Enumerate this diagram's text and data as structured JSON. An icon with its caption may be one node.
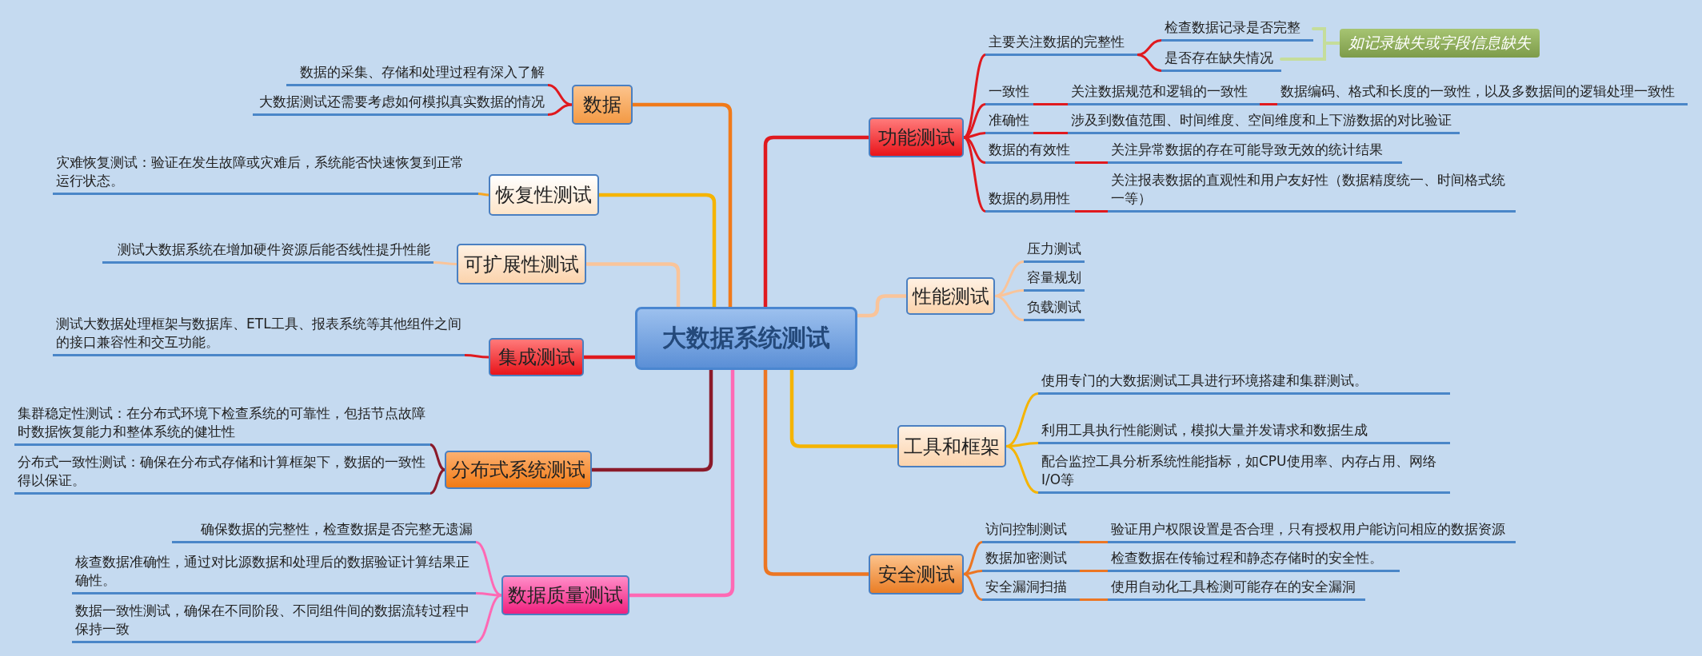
{
  "diagram": {
    "nodes": [
      {
        "text": [
          "大数据系统测试"
        ]
      },
      {
        "text": [
          "功能测试"
        ]
      },
      {
        "text": [
          "主要关注数据的完整性"
        ]
      },
      {
        "text": [
          "检查数据记录是否完整"
        ]
      },
      {
        "text": [
          "是否存在缺失情况"
        ]
      },
      {
        "text": [
          "如记录缺失或字段信息缺失"
        ]
      },
      {
        "text": [
          "一致性"
        ]
      },
      {
        "text": [
          "关注数据规范和逻辑的一致性"
        ]
      },
      {
        "text": [
          "数据编码、格式和长度的一致性，以及多数据间的逻辑处理一致性"
        ]
      },
      {
        "text": [
          "准确性"
        ]
      },
      {
        "text": [
          "涉及到数值范围、时间维度、空间维度和上下游数据的对比验证"
        ]
      },
      {
        "text": [
          "数据的有效性"
        ]
      },
      {
        "text": [
          "关注异常数据的存在可能导致无效的统计结果"
        ]
      },
      {
        "text": [
          "数据的易用性"
        ]
      },
      {
        "text": [
          "关注报表数据的直观性和用户友好性（数据精度统一、时间格式统一等）"
        ]
      },
      {
        "text": [
          "性能测试"
        ]
      },
      {
        "text": [
          "压力测试"
        ]
      },
      {
        "text": [
          "容量规划"
        ]
      },
      {
        "text": [
          "负载测试"
        ]
      },
      {
        "text": [
          "工具和框架"
        ]
      },
      {
        "text": [
          "使用专门的大数据测试工具进行环境搭建和集群测试。"
        ]
      },
      {
        "text": [
          "利用工具执行性能测试，模拟大量并发请求和数据生成"
        ]
      },
      {
        "text": [
          "配合监控工具分析系统性能指标，如CPU使用率、内存占用、网络I/O等"
        ]
      },
      {
        "text": [
          "安全测试"
        ]
      },
      {
        "text": [
          "访问控制测试"
        ]
      },
      {
        "text": [
          "验证用户权限设置是否合理，只有授权用户能访问相应的数据资源"
        ]
      },
      {
        "text": [
          "数据加密测试"
        ]
      },
      {
        "text": [
          "检查数据在传输过程和静态存储时的安全性。"
        ]
      },
      {
        "text": [
          "安全漏洞扫描"
        ]
      },
      {
        "text": [
          "使用自动化工具检测可能存在的安全漏洞"
        ]
      },
      {
        "text": [
          "数据"
        ]
      },
      {
        "text": [
          "数据的采集、存储和处理过程有深入了解"
        ]
      },
      {
        "text": [
          "大数据测试还需要考虑如何模拟真实数据的情况"
        ]
      },
      {
        "text": [
          "恢复性测试"
        ]
      },
      {
        "text": [
          "灾难恢复测试：验证在发生故障或灾难后，系统能否快速恢复到正常运行状态。"
        ]
      },
      {
        "text": [
          "可扩展性测试"
        ]
      },
      {
        "text": [
          "测试大数据系统在增加硬件资源后能否线性提升性能"
        ]
      },
      {
        "text": [
          "集成测试"
        ]
      },
      {
        "text": [
          "测试大数据处理框架与数据库、ETL工具、报表系统等其他组件之间的接口兼容性和交互功能。"
        ]
      },
      {
        "text": [
          "分布式系统测试"
        ]
      },
      {
        "text": [
          "集群稳定性测试：在分布式环境下检查系统的可靠性，包括节点故障时数据恢复能力和整体系统的健壮性"
        ]
      },
      {
        "text": [
          "分布式一致性测试：确保在分布式存储和计算框架下，数据的一致性得以保证。"
        ]
      },
      {
        "text": [
          "数据质量测试"
        ]
      },
      {
        "text": [
          "确保数据的完整性，检查数据是否完整无遗漏"
        ]
      },
      {
        "text": [
          "核查数据准确性，通过对比源数据和处理后的数据验证计算结果正确性。"
        ]
      },
      {
        "text": [
          "数据一致性测试，确保在不同阶段、不同组件间的数据流转过程中保持一致"
        ]
      }
    ],
    "edges": [
      {
        "from": 0,
        "to": 1,
        "arrow": "none",
        "color": "#e0191e"
      },
      {
        "from": 1,
        "to": 2,
        "arrow": "none",
        "color": "#e0191e"
      },
      {
        "from": 2,
        "to": 3,
        "arrow": "none",
        "color": "#e0191e"
      },
      {
        "from": 2,
        "to": 4,
        "arrow": "none",
        "color": "#e0191e"
      },
      {
        "from": 3,
        "to": 5,
        "arrow": "none",
        "color": "#c5dd9b"
      },
      {
        "from": 4,
        "to": 5,
        "arrow": "none",
        "color": "#c5dd9b"
      },
      {
        "from": 1,
        "to": 6,
        "arrow": "none",
        "color": "#e0191e"
      },
      {
        "from": 6,
        "to": 7,
        "arrow": "none",
        "color": "#e0191e"
      },
      {
        "from": 7,
        "to": 8,
        "arrow": "none",
        "color": "#e0191e"
      },
      {
        "from": 1,
        "to": 9,
        "arrow": "none",
        "color": "#e0191e"
      },
      {
        "from": 9,
        "to": 10,
        "arrow": "none",
        "color": "#e0191e"
      },
      {
        "from": 1,
        "to": 11,
        "arrow": "none",
        "color": "#e0191e"
      },
      {
        "from": 11,
        "to": 12,
        "arrow": "none",
        "color": "#e0191e"
      },
      {
        "from": 1,
        "to": 13,
        "arrow": "none",
        "color": "#e0191e"
      },
      {
        "from": 13,
        "to": 14,
        "arrow": "none",
        "color": "#e0191e"
      },
      {
        "from": 0,
        "to": 15,
        "arrow": "none",
        "color": "#f9c49a"
      },
      {
        "from": 15,
        "to": 16,
        "arrow": "none",
        "color": "#f9c49a"
      },
      {
        "from": 15,
        "to": 17,
        "arrow": "none",
        "color": "#f9c49a"
      },
      {
        "from": 15,
        "to": 18,
        "arrow": "none",
        "color": "#f9c49a"
      },
      {
        "from": 0,
        "to": 19,
        "arrow": "none",
        "color": "#f5b400"
      },
      {
        "from": 19,
        "to": 20,
        "arrow": "none",
        "color": "#f5b400"
      },
      {
        "from": 19,
        "to": 21,
        "arrow": "none",
        "color": "#f5b400"
      },
      {
        "from": 19,
        "to": 22,
        "arrow": "none",
        "color": "#f5b400"
      },
      {
        "from": 0,
        "to": 23,
        "arrow": "none",
        "color": "#ec7623"
      },
      {
        "from": 23,
        "to": 24,
        "arrow": "none",
        "color": "#ec7623"
      },
      {
        "from": 24,
        "to": 25,
        "arrow": "none",
        "color": "#ec7623"
      },
      {
        "from": 23,
        "to": 26,
        "arrow": "none",
        "color": "#ec7623"
      },
      {
        "from": 26,
        "to": 27,
        "arrow": "none",
        "color": "#ec7623"
      },
      {
        "from": 23,
        "to": 28,
        "arrow": "none",
        "color": "#ec7623"
      },
      {
        "from": 28,
        "to": 29,
        "arrow": "none",
        "color": "#ec7623"
      },
      {
        "from": 0,
        "to": 30,
        "arrow": "none",
        "color": "#f07a1a"
      },
      {
        "from": 30,
        "to": 31,
        "arrow": "none",
        "color": "#e0191e"
      },
      {
        "from": 30,
        "to": 32,
        "arrow": "none",
        "color": "#e0191e"
      },
      {
        "from": 0,
        "to": 33,
        "arrow": "none",
        "color": "#f5b400"
      },
      {
        "from": 33,
        "to": 34,
        "arrow": "none",
        "color": "#f5a623"
      },
      {
        "from": 0,
        "to": 35,
        "arrow": "none",
        "color": "#f9c49a"
      },
      {
        "from": 35,
        "to": 36,
        "arrow": "none",
        "color": "#f9c49a"
      },
      {
        "from": 0,
        "to": 37,
        "arrow": "none",
        "color": "#e0191e"
      },
      {
        "from": 37,
        "to": 38,
        "arrow": "none",
        "color": "#e0191e"
      },
      {
        "from": 0,
        "to": 39,
        "arrow": "none",
        "color": "#8b1a2a"
      },
      {
        "from": 39,
        "to": 40,
        "arrow": "none",
        "color": "#8b1a2a"
      },
      {
        "from": 39,
        "to": 41,
        "arrow": "none",
        "color": "#8b1a2a"
      },
      {
        "from": 0,
        "to": 42,
        "arrow": "none",
        "color": "#ff69b4"
      },
      {
        "from": 42,
        "to": 43,
        "arrow": "none",
        "color": "#ff69b4"
      },
      {
        "from": 42,
        "to": 44,
        "arrow": "none",
        "color": "#ff69b4"
      },
      {
        "from": 42,
        "to": 45,
        "arrow": "none",
        "color": "#ff69b4"
      }
    ]
  }
}
